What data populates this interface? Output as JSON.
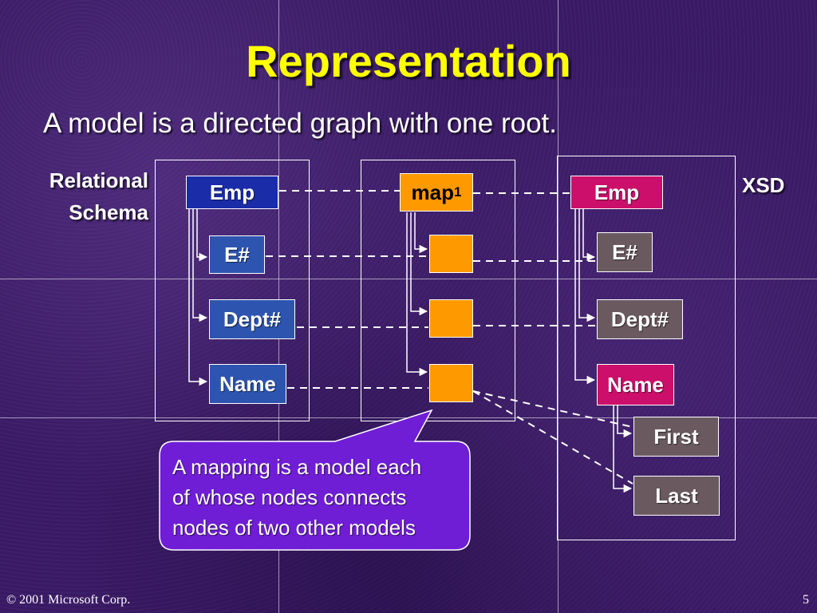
{
  "slide": {
    "title": "Representation",
    "subtitle": "A model is a directed graph with one root."
  },
  "labels": {
    "relational_line1": "Relational",
    "relational_line2": "Schema",
    "xsd": "XSD"
  },
  "relational": {
    "root": "Emp",
    "children": [
      "E#",
      "Dept#",
      "Name"
    ]
  },
  "mapping": {
    "root_label": "map",
    "root_subscript": "1"
  },
  "xsd_model": {
    "root": "Emp",
    "children": [
      "E#",
      "Dept#",
      "Name"
    ],
    "name_children": [
      "First",
      "Last"
    ]
  },
  "callout": {
    "line1": "A mapping is a model each",
    "line2": "of whose nodes connects",
    "line3": "nodes of two other models"
  },
  "footer": {
    "copyright": "© 2001  Microsoft Corp.",
    "page_number": "5"
  },
  "colors": {
    "title": "#ffff00",
    "relational_root": "#1a2ca8",
    "relational_child": "#2d55b0",
    "map_node": "#ff9900",
    "xsd_root": "#cc0f6a",
    "xsd_child": "#6a5a60",
    "callout_fill": "#6f1ed6"
  }
}
